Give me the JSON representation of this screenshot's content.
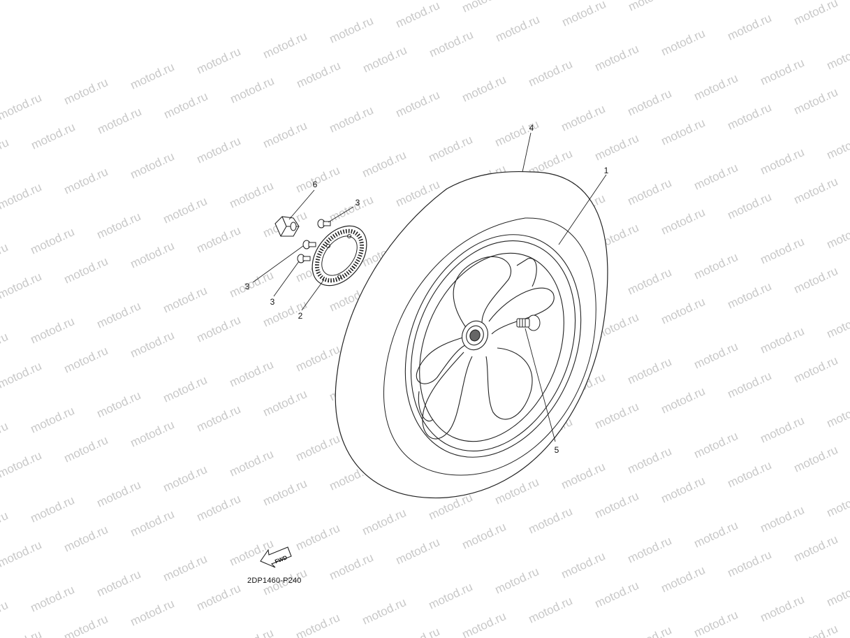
{
  "watermark": {
    "text": "motod.ru",
    "color": "#c8c8c8"
  },
  "diagram": {
    "code": "2DP1460-P240",
    "fwd_label": "FWD",
    "callouts": [
      {
        "id": "1",
        "label": "1"
      },
      {
        "id": "2",
        "label": "2"
      },
      {
        "id": "3a",
        "label": "3"
      },
      {
        "id": "3b",
        "label": "3"
      },
      {
        "id": "3c",
        "label": "3"
      },
      {
        "id": "4",
        "label": "4"
      },
      {
        "id": "5",
        "label": "5"
      },
      {
        "id": "6",
        "label": "6"
      }
    ]
  }
}
